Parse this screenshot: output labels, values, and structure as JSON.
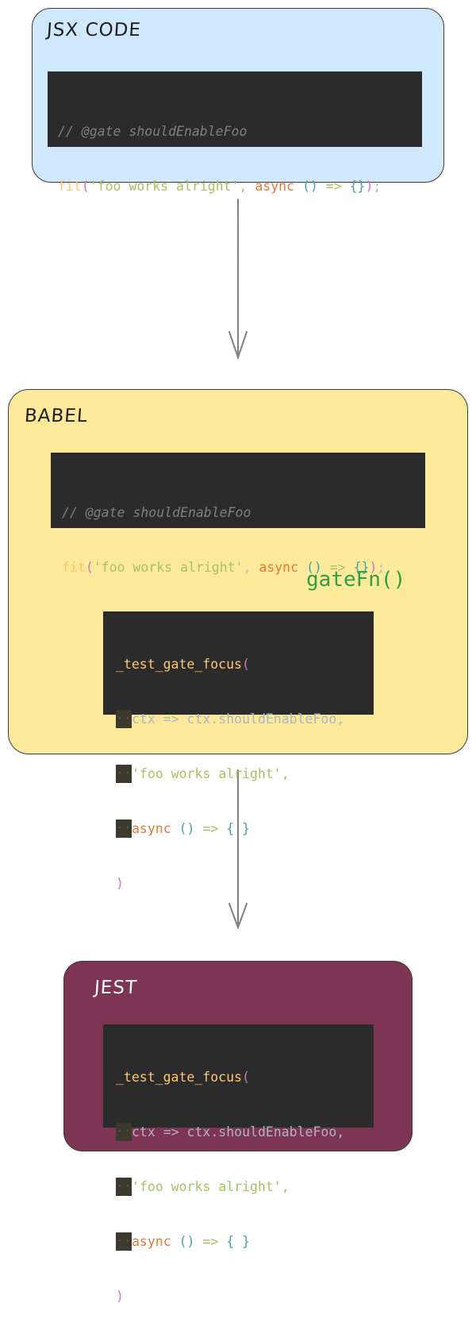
{
  "jsx": {
    "title": "JSX CODE",
    "code": {
      "comment": "// @gate shouldEnableFoo",
      "fn": "fit",
      "paren_open": "(",
      "str": "'foo works alright'",
      "comma": ", ",
      "kw": "async",
      "space": " ",
      "arrow_parens": "()",
      "arrow": " => ",
      "braces": "{}",
      "paren_close": ")",
      "semi": ";"
    }
  },
  "babel": {
    "title": "BABEL",
    "code_in": {
      "comment": "// @gate shouldEnableFoo",
      "fn": "fit",
      "paren_open": "(",
      "str": "'foo works alright'",
      "comma": ", ",
      "kw": "async",
      "space": " ",
      "arrow_parens": "()",
      "arrow": " => ",
      "braces": "{}",
      "paren_close": ")",
      "semi": ";"
    },
    "annotation": "gateFn()",
    "code_out": {
      "fn": "_test_gate_focus",
      "paren_open": "(",
      "line2": "ctx => ctx.shouldEnableFoo,",
      "line3": "'foo works alright',",
      "kw": "async",
      "arrow_parens": " ()",
      "arrow": " => ",
      "braces": "{ }",
      "paren_close": ")"
    }
  },
  "jest": {
    "title": "JEST",
    "code": {
      "fn": "_test_gate_focus",
      "paren_open": "(",
      "line2": "ctx => ctx.shouldEnableFoo,",
      "line3": "'foo works alright',",
      "kw": "async",
      "arrow_parens": " ()",
      "arrow": " => ",
      "braces": "{ }",
      "paren_close": ")"
    }
  },
  "colors": {
    "jsx_bg": "#d0e8fd",
    "babel_bg": "#fde99a",
    "jest_bg": "#7d3553",
    "code_bg": "#2b2b2b",
    "arrow": "#808080",
    "annotation": "#2f9e44"
  }
}
